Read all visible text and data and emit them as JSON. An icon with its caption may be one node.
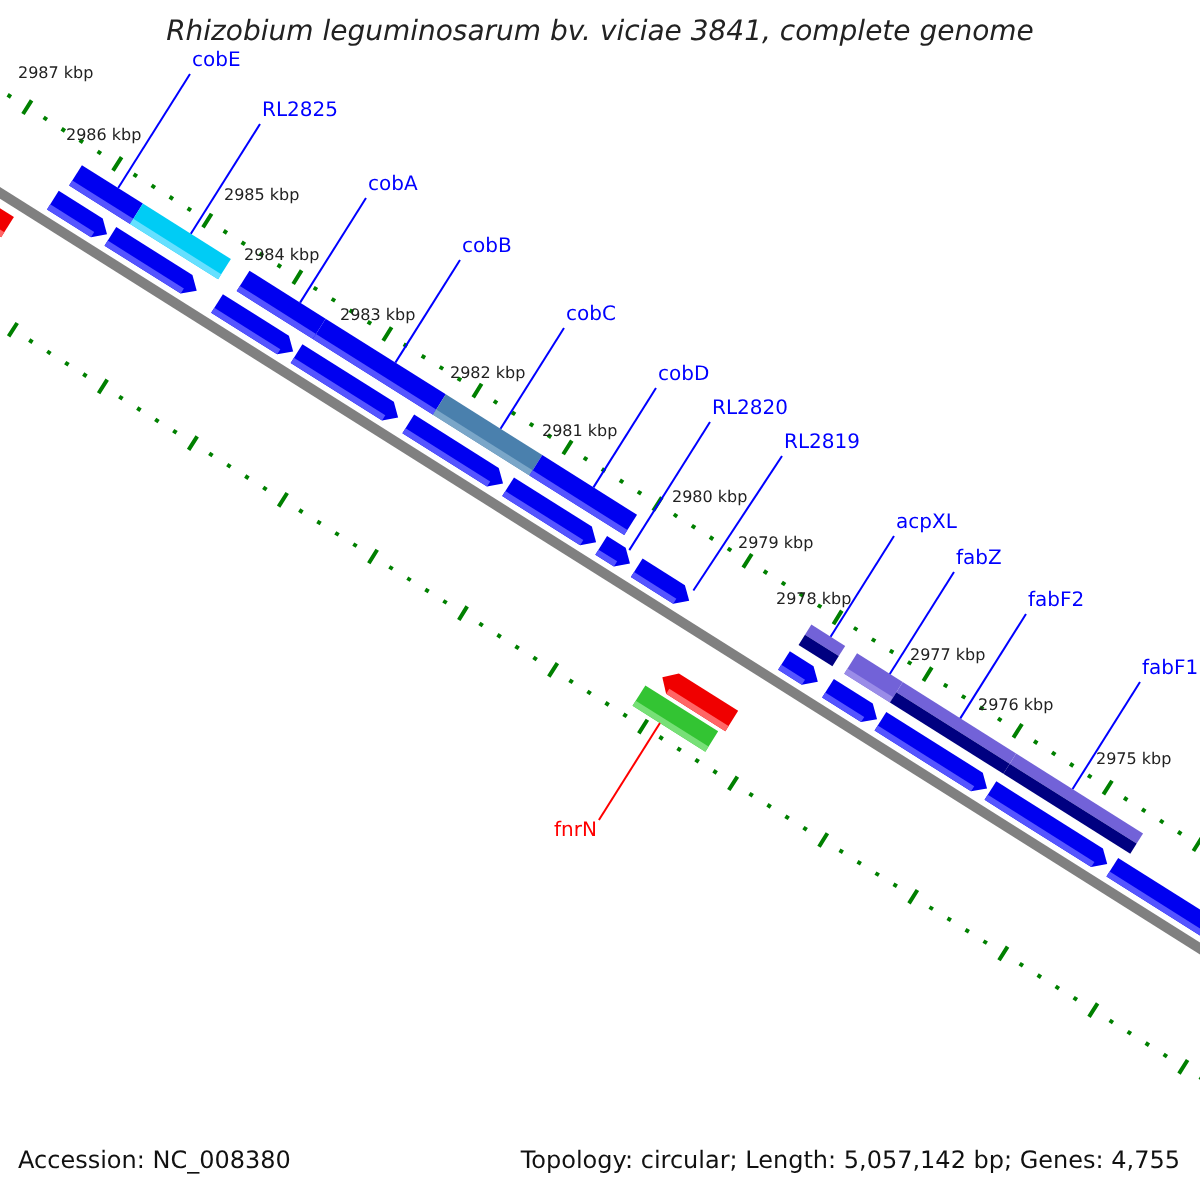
{
  "diagram": {
    "title": "Rhizobium leguminosarum bv. viciae 3841, complete genome",
    "nodes": [
      {
        "text": [
          "cobE"
        ]
      },
      {
        "text": [
          "RL2825"
        ]
      },
      {
        "text": [
          "cobA"
        ]
      },
      {
        "text": [
          "cobB"
        ]
      },
      {
        "text": [
          "cobC"
        ]
      },
      {
        "text": [
          "cobD"
        ]
      },
      {
        "text": [
          "RL2820"
        ]
      },
      {
        "text": [
          "RL2819"
        ]
      },
      {
        "text": [
          "acpXL"
        ]
      },
      {
        "text": [
          "fabZ"
        ]
      },
      {
        "text": [
          "fabF2"
        ]
      },
      {
        "text": [
          "fabF1"
        ]
      },
      {
        "text": [
          "fnrN"
        ]
      },
      {
        "text": [],
        "shape": "bar"
      },
      {
        "text": [],
        "shape": "bar"
      },
      {
        "text": [],
        "shape": "bar"
      },
      {
        "text": [],
        "shape": "bar"
      },
      {
        "text": [],
        "shape": "bar"
      },
      {
        "text": [],
        "shape": "bar"
      },
      {
        "text": [],
        "shape": "bar"
      },
      {
        "text": [],
        "shape": "bar"
      },
      {
        "text": [],
        "shape": "bar"
      },
      {
        "text": [],
        "shape": "bar"
      },
      {
        "text": [],
        "shape": "bar"
      },
      {
        "text": [],
        "shape": "bar"
      },
      {
        "text": [],
        "shape": "bar"
      },
      {
        "text": [],
        "shape": "bar"
      },
      {
        "text": [],
        "shape": "bar"
      },
      {
        "text": [],
        "shape": "bar"
      },
      {
        "text": [],
        "shape": "bar"
      },
      {
        "text": [],
        "shape": "bar"
      },
      {
        "text": [],
        "shape": "bar"
      },
      {
        "text": [],
        "shape": "bar"
      },
      {
        "text": [],
        "shape": "bar"
      },
      {
        "text": [],
        "shape": "bar"
      },
      {
        "text": [],
        "shape": "bar"
      },
      {
        "text": [],
        "shape": "bar"
      },
      {
        "text": [],
        "shape": "bar"
      },
      {
        "text": [],
        "shape": "bar"
      }
    ],
    "edges": [
      {
        "from": 0,
        "to": 13,
        "arrow": "none"
      },
      {
        "from": 1,
        "to": 14,
        "arrow": "none"
      },
      {
        "from": 2,
        "to": 15,
        "arrow": "none"
      },
      {
        "from": 3,
        "to": 16,
        "arrow": "none"
      },
      {
        "from": 4,
        "to": 17,
        "arrow": "none"
      },
      {
        "from": 5,
        "to": 18,
        "arrow": "none"
      },
      {
        "from": 6,
        "to": 19,
        "arrow": "none"
      },
      {
        "from": 7,
        "to": 20,
        "arrow": "none"
      },
      {
        "from": 8,
        "to": 21,
        "arrow": "none"
      },
      {
        "from": 9,
        "to": 22,
        "arrow": "none"
      },
      {
        "from": 10,
        "to": 23,
        "arrow": "none"
      },
      {
        "from": 11,
        "to": 24,
        "arrow": "none"
      },
      {
        "from": 12,
        "to": 25,
        "arrow": "none",
        "color": "#ff0000"
      }
    ],
    "labels": [
      "2987 kbp",
      "2986 kbp",
      "2985 kbp",
      "2984 kbp",
      "2983 kbp",
      "2982 kbp",
      "2981 kbp",
      "2980 kbp",
      "2979 kbp",
      "2978 kbp",
      "2977 kbp",
      "2976 kbp",
      "2975 kbp",
      "Accession: NC_008380",
      "Topology: circular; Length: 5,057,142 bp; Genes: 4,755"
    ]
  }
}
